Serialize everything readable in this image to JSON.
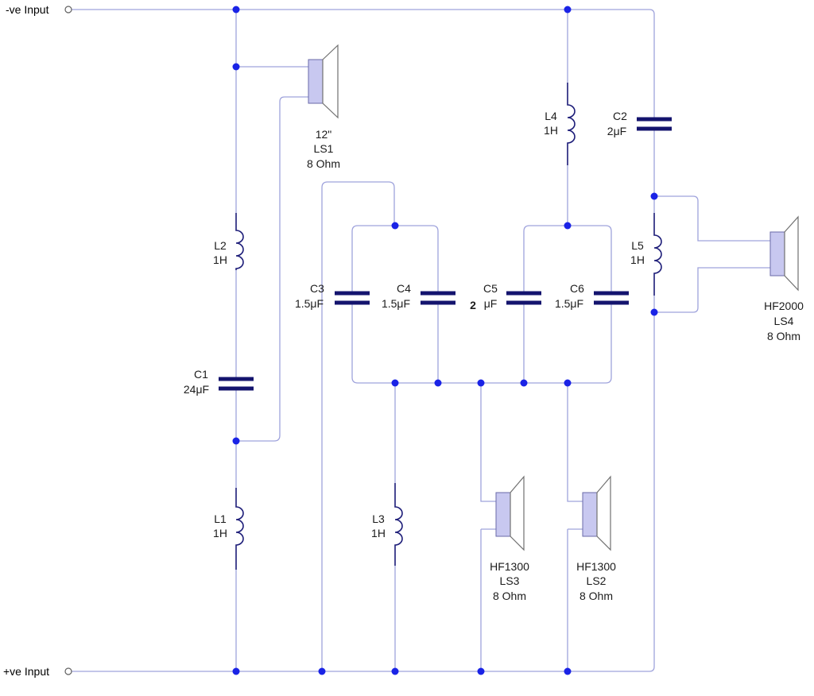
{
  "inputs": {
    "negative": "-ve Input",
    "positive": "+ve Input"
  },
  "inductors": {
    "l1": {
      "ref": "L1",
      "value": "1H"
    },
    "l2": {
      "ref": "L2",
      "value": "1H"
    },
    "l3": {
      "ref": "L3",
      "value": "1H"
    },
    "l4": {
      "ref": "L4",
      "value": "1H"
    },
    "l5": {
      "ref": "L5",
      "value": "1H"
    }
  },
  "capacitors": {
    "c1": {
      "ref": "C1",
      "value": "24μF"
    },
    "c2": {
      "ref": "C2",
      "value": "2μF"
    },
    "c3": {
      "ref": "C3",
      "value": "1.5μF"
    },
    "c4": {
      "ref": "C4",
      "value": "1.5μF"
    },
    "c5": {
      "ref": "C5",
      "value_num": "2",
      "value_unit": "μF"
    },
    "c6": {
      "ref": "C6",
      "value": "1.5μF"
    }
  },
  "speakers": {
    "ls1": {
      "size": "12\"",
      "ref": "LS1",
      "impedance": "8 Ohm"
    },
    "ls2": {
      "model": "HF1300",
      "ref": "LS2",
      "impedance": "8 Ohm"
    },
    "ls3": {
      "model": "HF1300",
      "ref": "LS3",
      "impedance": "8 Ohm"
    },
    "ls4": {
      "model": "HF2000",
      "ref": "LS4",
      "impedance": "8 Ohm"
    }
  }
}
